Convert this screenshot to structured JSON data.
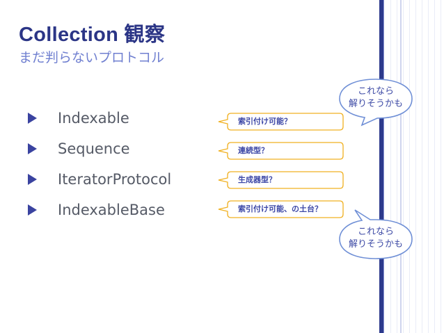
{
  "title": "Collection 観察",
  "subtitle": "まだ判らないプロトコル",
  "bullets": [
    {
      "label": "Indexable"
    },
    {
      "label": "Sequence"
    },
    {
      "label": "IteratorProtocol"
    },
    {
      "label": "IndexableBase"
    }
  ],
  "callouts": [
    {
      "text": "索引付け可能？"
    },
    {
      "text": "連続型？"
    },
    {
      "text": "生成器型？"
    },
    {
      "text": "索引付け可能、の土台？"
    }
  ],
  "bubbles": [
    {
      "line1": "これなら",
      "line2": "解りそうかも"
    },
    {
      "line1": "これなら",
      "line2": "解りそうかも"
    }
  ],
  "colors": {
    "accent": "#2b3586",
    "subtitle": "#6f7fd0",
    "bubble_border": "#6f8fd6",
    "callout_border": "#f0b020"
  }
}
